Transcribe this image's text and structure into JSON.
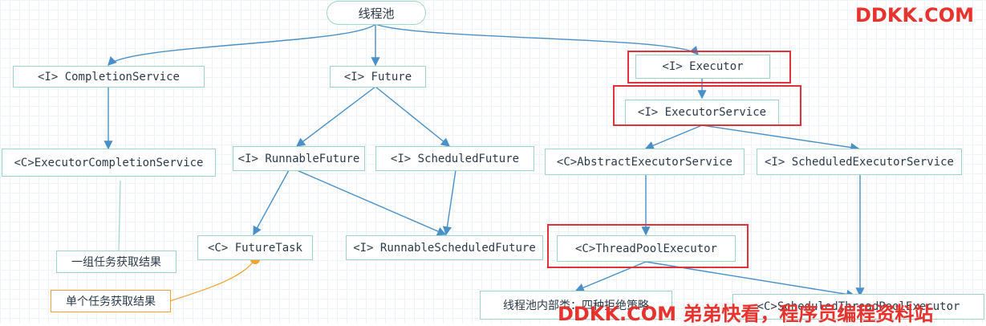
{
  "watermark": {
    "top": "DDKK.COM",
    "bottom": "DDKK.COM 弟弟快看，程序员编程资料站",
    "color": "#e8322d"
  },
  "nodes": {
    "root": "线程池",
    "completion_service": "<I> CompletionService",
    "executor_completion_service": "<C>ExecutorCompletionService",
    "note_group": "一组任务获取结果",
    "note_single": "单个任务获取结果",
    "future": "<I> Future",
    "runnable_future": "<I> RunnableFuture",
    "scheduled_future": "<I> ScheduledFuture",
    "future_task": "<C> FutureTask",
    "runnable_scheduled_future": "<I> RunnableScheduledFuture",
    "executor": "<I> Executor",
    "executor_service": "<I> ExecutorService",
    "abstract_executor_service": "<C>AbstractExecutorService",
    "scheduled_executor_service": "<I> ScheduledExecutorService",
    "thread_pool_executor": "<C>ThreadPoolExecutor",
    "rejection_policies": "线程池内部类：四种拒绝策略",
    "scheduled_thread_pool_executor": "<C>ScheduledThreadPoolExecutor"
  },
  "colors": {
    "edge": "#4a90c8",
    "node_border": "#9fd3c3",
    "highlight": "#e0323a",
    "note_border_orange": "#f0a330"
  }
}
